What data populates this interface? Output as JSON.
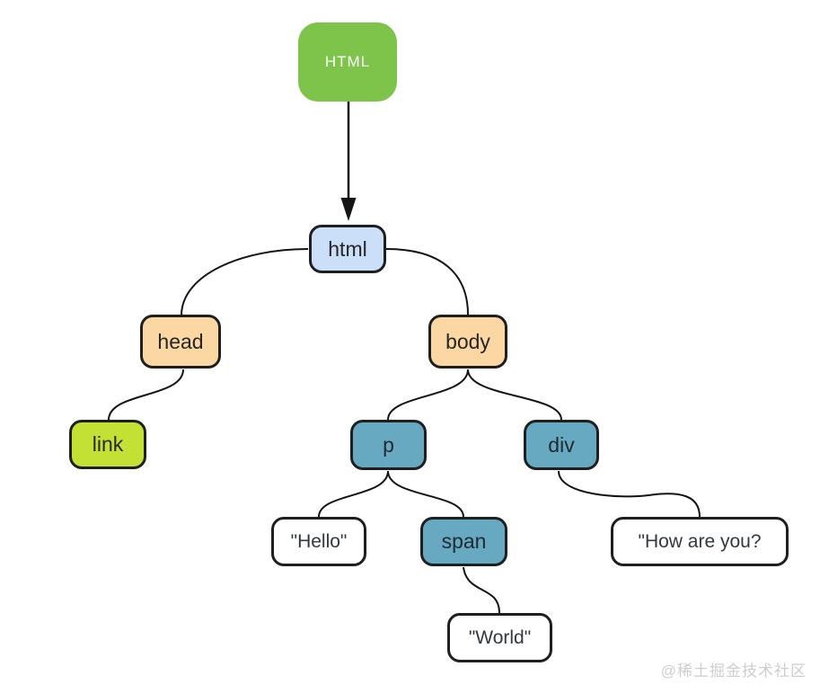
{
  "diagram": {
    "type": "dom-tree",
    "background": "#ffffff",
    "line_color": "#141414",
    "border_color": "#1f1f1f",
    "watermark": "@稀土掘金技术社区"
  },
  "nodes": [
    {
      "id": "root",
      "label": "HTML",
      "fill": "#7ec44b",
      "text_color": "#ffffff",
      "border": "#7ec44b"
    },
    {
      "id": "html",
      "label": "html",
      "fill": "#cbdff8",
      "text_color": "#262626",
      "border": "#1f1f1f"
    },
    {
      "id": "head",
      "label": "head",
      "fill": "#fad7a3",
      "text_color": "#262626",
      "border": "#1f1f1f"
    },
    {
      "id": "body",
      "label": "body",
      "fill": "#fad7a3",
      "text_color": "#262626",
      "border": "#1f1f1f"
    },
    {
      "id": "link",
      "label": "link",
      "fill": "#c3e134",
      "text_color": "#262626",
      "border": "#1f1f1f"
    },
    {
      "id": "p",
      "label": "p",
      "fill": "#68a9c2",
      "text_color": "#1e2a30",
      "border": "#1f1f1f"
    },
    {
      "id": "div",
      "label": "div",
      "fill": "#68a9c2",
      "text_color": "#1e2a30",
      "border": "#1f1f1f"
    },
    {
      "id": "hello",
      "label": "\"Hello\"",
      "fill": "#ffffff",
      "text_color": "#33383d",
      "border": "#1f1f1f"
    },
    {
      "id": "span",
      "label": "span",
      "fill": "#68a9c2",
      "text_color": "#1e2a30",
      "border": "#1f1f1f"
    },
    {
      "id": "how_are_you",
      "label": "\"How are you?",
      "fill": "#ffffff",
      "text_color": "#33383d",
      "border": "#1f1f1f"
    },
    {
      "id": "world",
      "label": "\"World\"",
      "fill": "#ffffff",
      "text_color": "#33383d",
      "border": "#1f1f1f"
    }
  ],
  "edges": [
    {
      "from": "root",
      "to": "html",
      "style": "straight-arrow"
    },
    {
      "from": "html",
      "to": "head",
      "style": "curve"
    },
    {
      "from": "html",
      "to": "body",
      "style": "curve"
    },
    {
      "from": "head",
      "to": "link",
      "style": "curve"
    },
    {
      "from": "body",
      "to": "p",
      "style": "curve"
    },
    {
      "from": "body",
      "to": "div",
      "style": "curve"
    },
    {
      "from": "p",
      "to": "hello",
      "style": "curve"
    },
    {
      "from": "p",
      "to": "span",
      "style": "curve"
    },
    {
      "from": "div",
      "to": "how_are_you",
      "style": "curve"
    },
    {
      "from": "span",
      "to": "world",
      "style": "curve"
    }
  ]
}
